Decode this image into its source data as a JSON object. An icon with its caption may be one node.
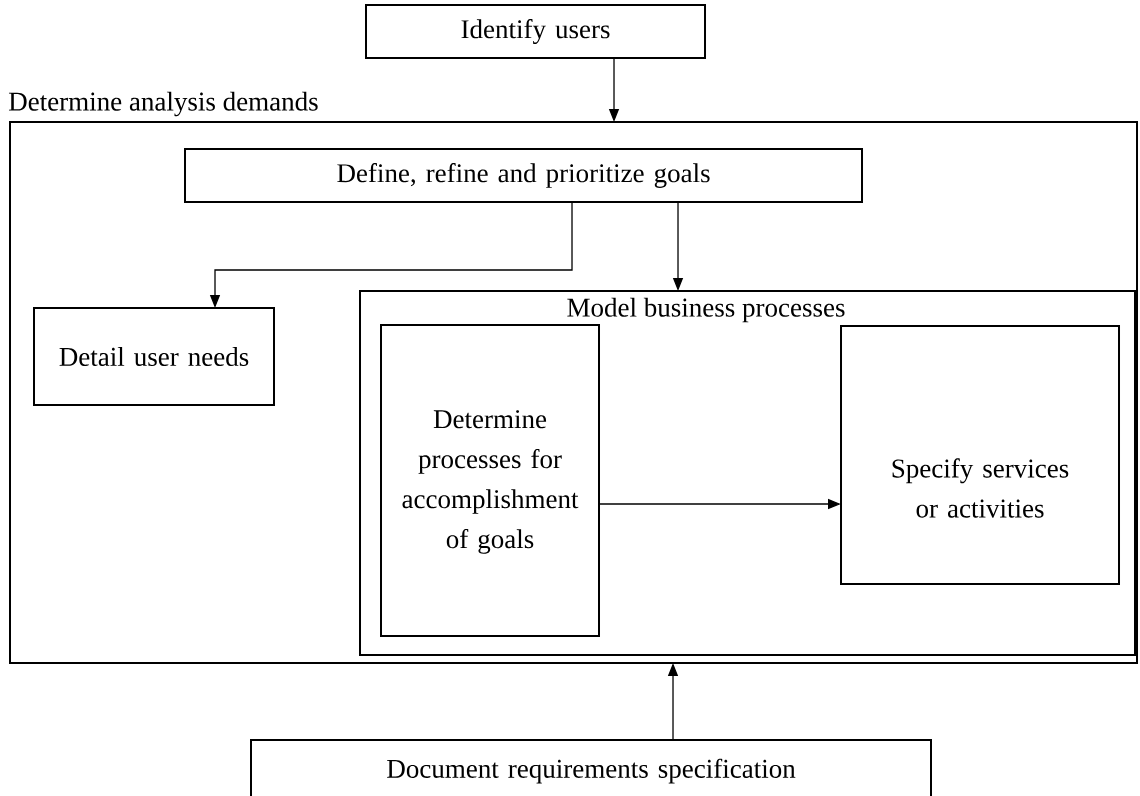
{
  "diagram": {
    "nodes": [
      {
        "text": [
          "Identify users"
        ]
      },
      {
        "text": [
          "Determine analysis demands"
        ]
      },
      {
        "text": [
          "Define, refine and prioritize goals"
        ],
        "in": 1
      },
      {
        "text": [
          "Detail user needs"
        ],
        "in": 1
      },
      {
        "text": [
          "Model business processes"
        ],
        "in": 1
      },
      {
        "text": [
          "Determine processes for accomplishment of goals"
        ],
        "in": 4
      },
      {
        "text": [
          "Specify services or activities"
        ],
        "in": 4
      },
      {
        "text": [
          "Document requirements specification"
        ]
      }
    ],
    "edges": [
      {
        "from": 0,
        "to": 1,
        "arrow": "to"
      },
      {
        "from": 2,
        "to": 3,
        "arrow": "to"
      },
      {
        "from": 2,
        "to": 4,
        "arrow": "to"
      },
      {
        "from": 5,
        "to": 6,
        "arrow": "to"
      },
      {
        "from": 7,
        "to": 1,
        "arrow": "to"
      }
    ]
  }
}
